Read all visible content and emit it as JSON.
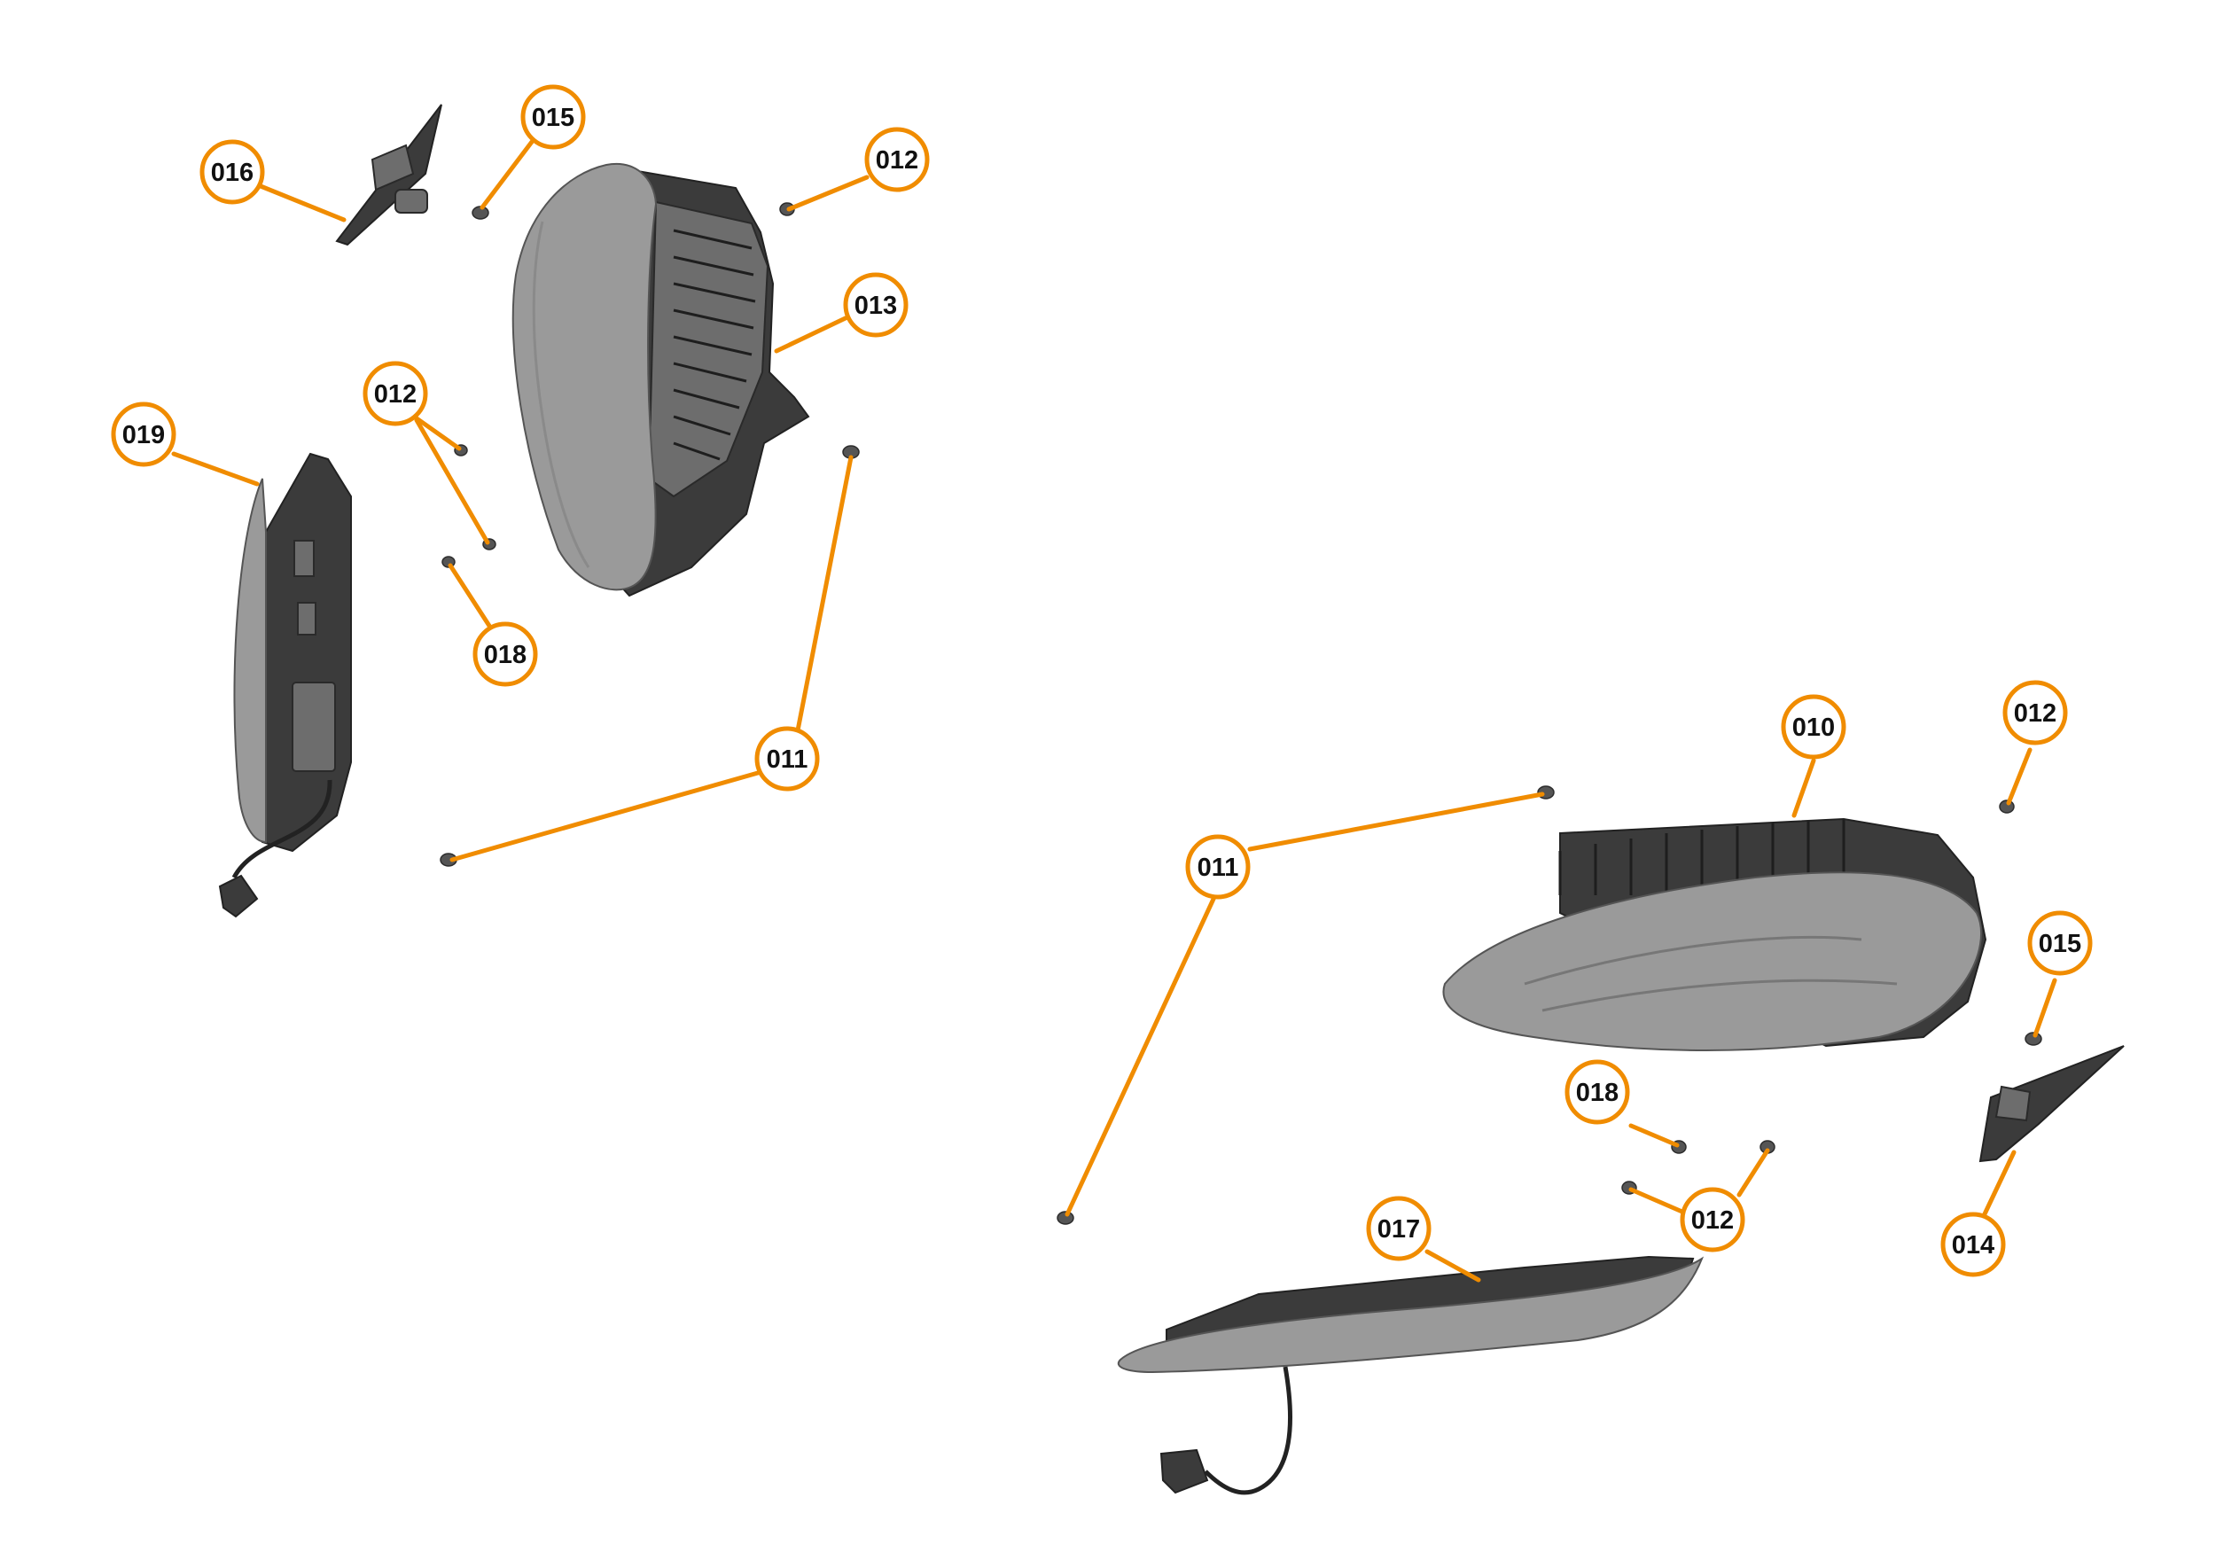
{
  "callouts": [
    {
      "id": "c-016",
      "label": "016"
    },
    {
      "id": "c-015-top",
      "label": "015"
    },
    {
      "id": "c-012-top",
      "label": "012"
    },
    {
      "id": "c-013",
      "label": "013"
    },
    {
      "id": "c-012-left",
      "label": "012"
    },
    {
      "id": "c-019",
      "label": "019"
    },
    {
      "id": "c-018-left",
      "label": "018"
    },
    {
      "id": "c-011-left",
      "label": "011"
    },
    {
      "id": "c-010",
      "label": "010"
    },
    {
      "id": "c-012-right",
      "label": "012"
    },
    {
      "id": "c-011-right",
      "label": "011"
    },
    {
      "id": "c-015-right",
      "label": "015"
    },
    {
      "id": "c-018-right",
      "label": "018"
    },
    {
      "id": "c-012-bottom",
      "label": "012"
    },
    {
      "id": "c-014",
      "label": "014"
    },
    {
      "id": "c-017",
      "label": "017"
    }
  ],
  "colors": {
    "accent": "#f08c00",
    "text": "#111111",
    "background": "#ffffff"
  }
}
